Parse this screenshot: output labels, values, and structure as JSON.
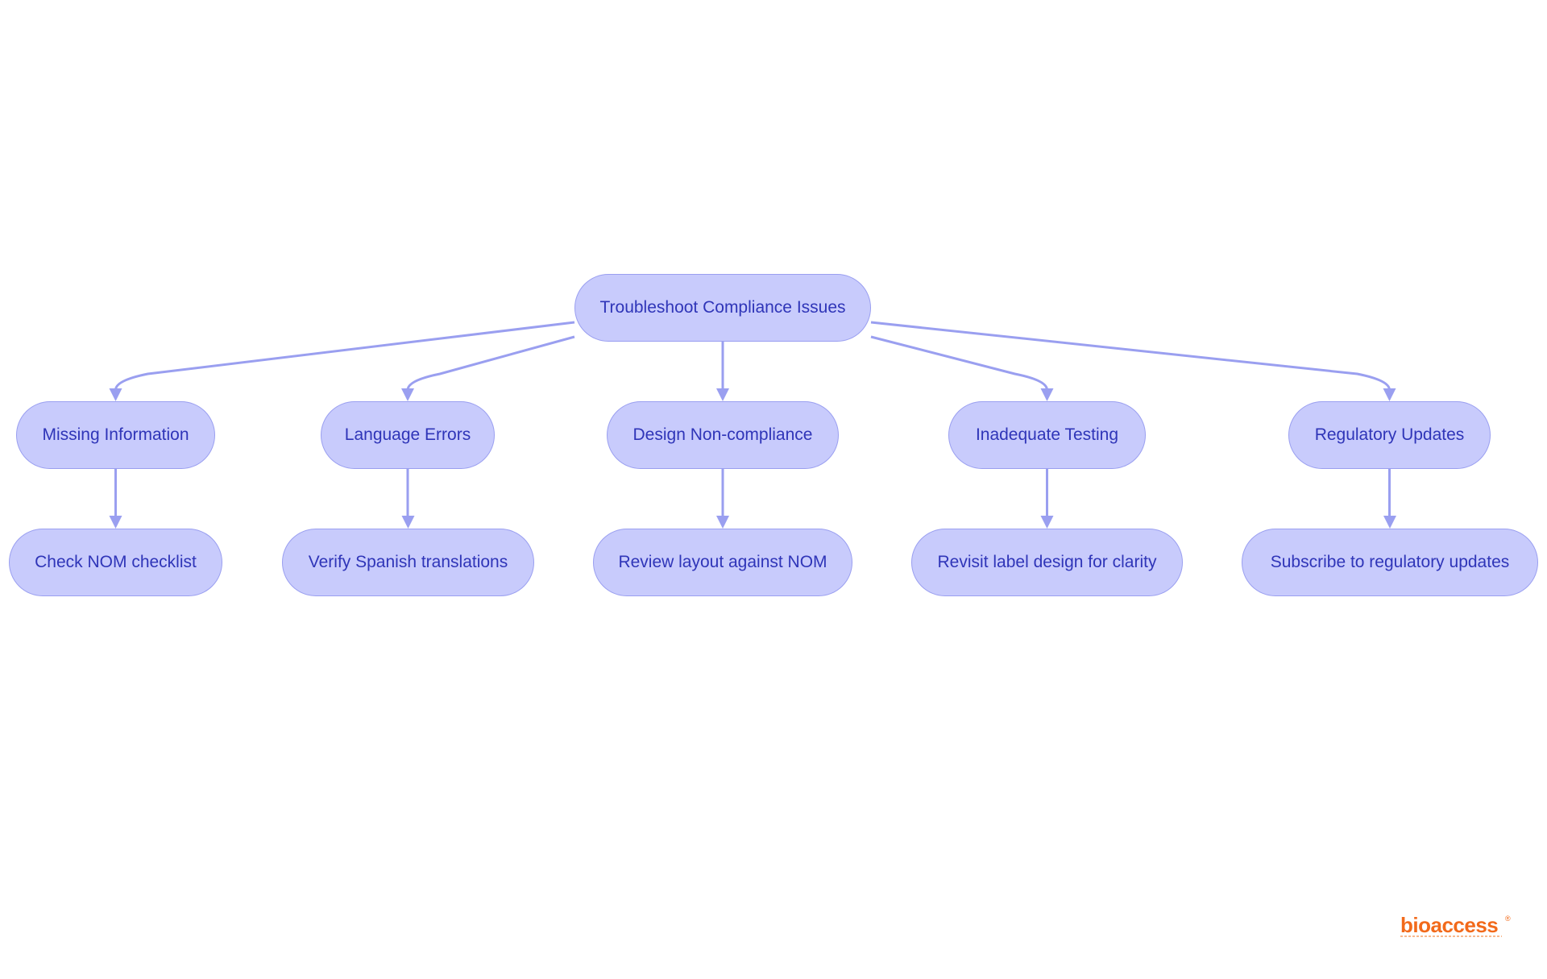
{
  "diagram": {
    "root": {
      "id": "root",
      "label": "Troubleshoot Compliance Issues"
    },
    "issues": [
      {
        "id": "issue-0",
        "label": "Missing Information"
      },
      {
        "id": "issue-1",
        "label": "Language Errors"
      },
      {
        "id": "issue-2",
        "label": "Design Non-compliance"
      },
      {
        "id": "issue-3",
        "label": "Inadequate Testing"
      },
      {
        "id": "issue-4",
        "label": "Regulatory Updates"
      }
    ],
    "actions": [
      {
        "id": "action-0",
        "label": "Check NOM checklist"
      },
      {
        "id": "action-1",
        "label": "Verify Spanish translations"
      },
      {
        "id": "action-2",
        "label": "Review layout against NOM"
      },
      {
        "id": "action-3",
        "label": "Revisit label design for clarity"
      },
      {
        "id": "action-4",
        "label": "Subscribe to regulatory updates"
      }
    ],
    "edges": [
      {
        "from": "root",
        "to": "issue-0"
      },
      {
        "from": "root",
        "to": "issue-1"
      },
      {
        "from": "root",
        "to": "issue-2"
      },
      {
        "from": "root",
        "to": "issue-3"
      },
      {
        "from": "root",
        "to": "issue-4"
      },
      {
        "from": "issue-0",
        "to": "action-0"
      },
      {
        "from": "issue-1",
        "to": "action-1"
      },
      {
        "from": "issue-2",
        "to": "action-2"
      },
      {
        "from": "issue-3",
        "to": "action-3"
      },
      {
        "from": "issue-4",
        "to": "action-4"
      }
    ],
    "colors": {
      "node_fill": "#c8cbfc",
      "node_border": "#9a9ff0",
      "node_text": "#2f35b8",
      "edge": "#9a9ff0"
    }
  },
  "logo": {
    "name": "bioaccess-logo",
    "text": "bioaccess",
    "mark": "®",
    "color": "#f26a1b"
  }
}
